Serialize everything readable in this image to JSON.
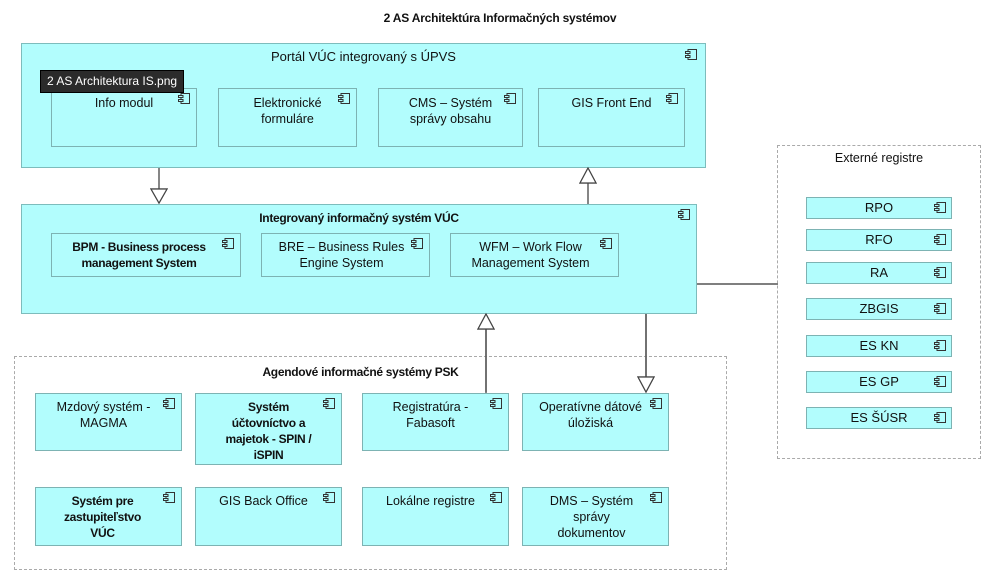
{
  "diagram": {
    "title": "2 AS Architektúra Informačných systémov",
    "tooltip": "2 AS Architektura IS.png",
    "portal": {
      "label": "Portál VÚC integrovaný s ÚPVS",
      "modules": [
        {
          "label": "Info modul"
        },
        {
          "label": "Elektronické formuláre"
        },
        {
          "label": "CMS – Systém správy obsahu"
        },
        {
          "label": "GIS Front End"
        }
      ]
    },
    "integrated": {
      "label": "Integrovaný informačný systém VÚC",
      "modules": [
        {
          "label": "BPM - Business process management System"
        },
        {
          "label": "BRE – Business Rules Engine System"
        },
        {
          "label": "WFM – Work Flow Management System"
        }
      ]
    },
    "agenda": {
      "label": "Agendové informačné systémy PSK",
      "modules": [
        {
          "label": "Mzdový systém - MAGMA"
        },
        {
          "label": "Systém účtovníctvo a majetok - SPIN / iSPIN"
        },
        {
          "label": "Registratúra - Fabasoft"
        },
        {
          "label": "Operatívne dátové úložiská"
        },
        {
          "label": "Systém pre zastupiteľstvo VÚC"
        },
        {
          "label": "GIS Back Office"
        },
        {
          "label": "Lokálne registre"
        },
        {
          "label": "DMS – Systém správy dokumentov"
        }
      ]
    },
    "external": {
      "label": "Externé registre",
      "registers": [
        {
          "label": "RPO"
        },
        {
          "label": "RFO"
        },
        {
          "label": "RA"
        },
        {
          "label": "ZBGIS"
        },
        {
          "label": "ES KN"
        },
        {
          "label": "ES GP"
        },
        {
          "label": "ES ŠÚSR"
        }
      ]
    },
    "colors": {
      "component_fill": "#b2fdfd",
      "component_border": "#7db3b3",
      "group_border": "#aaaaaa",
      "tooltip_bg": "#2b2b2b"
    },
    "icons": {
      "component": "uml-component-icon",
      "arrow": "hollow-triangle-arrow"
    }
  }
}
